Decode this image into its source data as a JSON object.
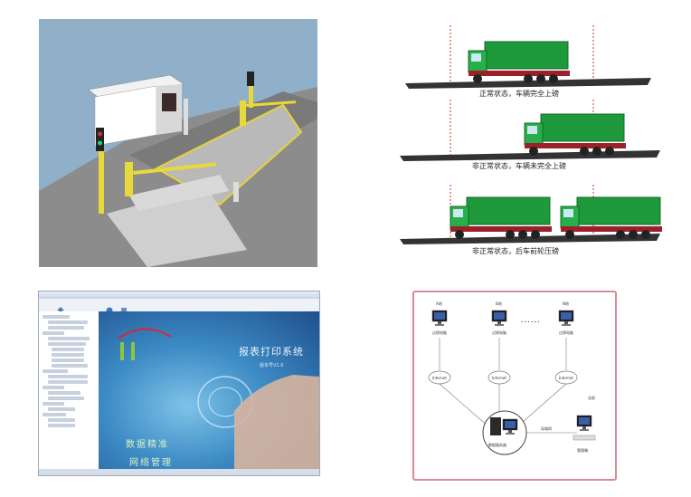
{
  "truck_diagram": {
    "captions": [
      "正常状态，车辆完全上磅",
      "非正常状态，车辆未完全上磅",
      "非正常状态，后车前轮压磅"
    ]
  },
  "software": {
    "window_title": "",
    "toolbar": [
      {
        "label": "",
        "icon": "home-icon"
      },
      {
        "label": "",
        "icon": "help-icon"
      },
      {
        "label": "",
        "icon": "exit-icon"
      }
    ],
    "hero_title": "报表打印系统",
    "hero_subtitle": "版本号V1.0",
    "hero_slogan_1": "数据精准",
    "hero_slogan_2": "网络管理",
    "status_text": ""
  },
  "network": {
    "sites": [
      "A地",
      "B地",
      "N地"
    ],
    "terminal_label": "过磅电脑",
    "cloud_label": "Internet",
    "server_label": "数据服务器",
    "hq_label": "总部",
    "link_label": "局域网",
    "hq_pc_label": "管理端"
  },
  "colors": {
    "truck_green": "#1e9a3c",
    "frame_red": "#d98a96",
    "scene_sky": "#8fb0c8"
  }
}
